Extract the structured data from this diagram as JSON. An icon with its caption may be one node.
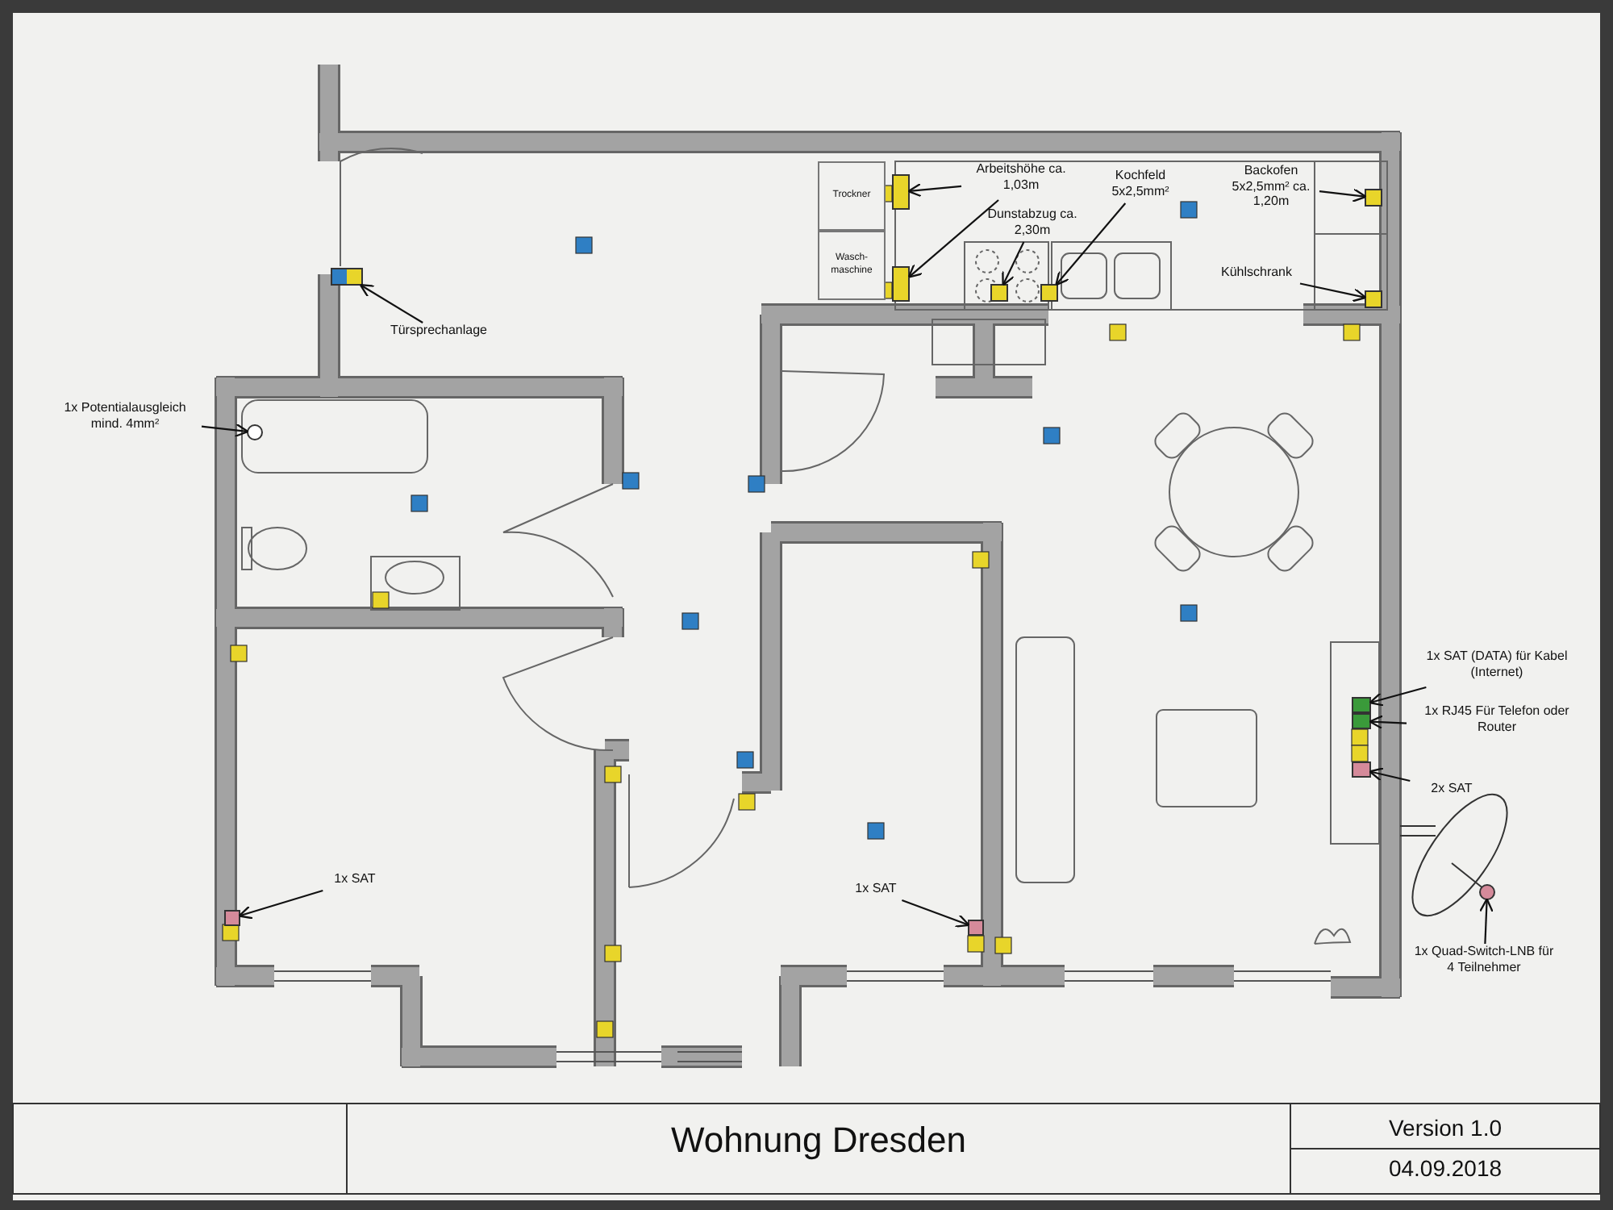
{
  "diagram": {
    "title": "Wohnung Dresden",
    "nodes": [
      {
        "text": [
          "Trockner"
        ]
      },
      {
        "text": [
          "Wasch-maschine"
        ]
      },
      {
        "text": [
          "Arbeitshöhe ca. 1,03m"
        ]
      },
      {
        "text": [],
        "shape": "box"
      },
      {
        "text": [],
        "shape": "box"
      },
      {
        "text": [
          "Dunstabzug ca. 2,30m"
        ]
      },
      {
        "text": [],
        "shape": "box"
      },
      {
        "text": [
          "Kochfeld 5x2,5mm²"
        ]
      },
      {
        "text": [],
        "shape": "box"
      },
      {
        "text": [
          "Backofen 5x2,5mm² ca. 1,20m"
        ]
      },
      {
        "text": [],
        "shape": "box"
      },
      {
        "text": [
          "Kühlschrank"
        ]
      },
      {
        "text": [],
        "shape": "box"
      },
      {
        "text": [
          "Türsprechanlage"
        ]
      },
      {
        "text": [],
        "shape": "box"
      },
      {
        "text": [
          "1x Potentialausgleich mind. 4mm²"
        ]
      },
      {
        "text": [],
        "shape": "circle"
      },
      {
        "text": [
          "1x SAT"
        ]
      },
      {
        "text": [],
        "shape": "box"
      },
      {
        "text": [
          "1x SAT"
        ]
      },
      {
        "text": [],
        "shape": "box"
      },
      {
        "text": [
          "1x SAT (DATA) für Kabel (Internet)"
        ]
      },
      {
        "text": [],
        "shape": "box"
      },
      {
        "text": [
          "1x RJ45 Für Telefon oder Router"
        ]
      },
      {
        "text": [],
        "shape": "box"
      },
      {
        "text": [
          "2x SAT"
        ]
      },
      {
        "text": [],
        "shape": "box"
      },
      {
        "text": [
          "1x Quad-Switch-LNB für 4 Teilnehmer"
        ]
      },
      {
        "text": [],
        "shape": "circle"
      }
    ],
    "edges": [
      {
        "from": 2,
        "to": 3,
        "arrow": "to"
      },
      {
        "from": 2,
        "to": 4,
        "arrow": "to"
      },
      {
        "from": 5,
        "to": 6,
        "arrow": "to"
      },
      {
        "from": 7,
        "to": 8,
        "arrow": "to"
      },
      {
        "from": 9,
        "to": 10,
        "arrow": "to"
      },
      {
        "from": 11,
        "to": 12,
        "arrow": "to"
      },
      {
        "from": 13,
        "to": 14,
        "arrow": "to"
      },
      {
        "from": 15,
        "to": 16,
        "arrow": "to"
      },
      {
        "from": 17,
        "to": 18,
        "arrow": "to"
      },
      {
        "from": 19,
        "to": 20,
        "arrow": "to"
      },
      {
        "from": 21,
        "to": 22,
        "arrow": "to"
      },
      {
        "from": 23,
        "to": 24,
        "arrow": "to"
      },
      {
        "from": 25,
        "to": 26,
        "arrow": "to"
      },
      {
        "from": 27,
        "to": 28,
        "arrow": "to"
      }
    ],
    "labels": [
      "Version 1.0",
      "04.09.2018"
    ]
  }
}
